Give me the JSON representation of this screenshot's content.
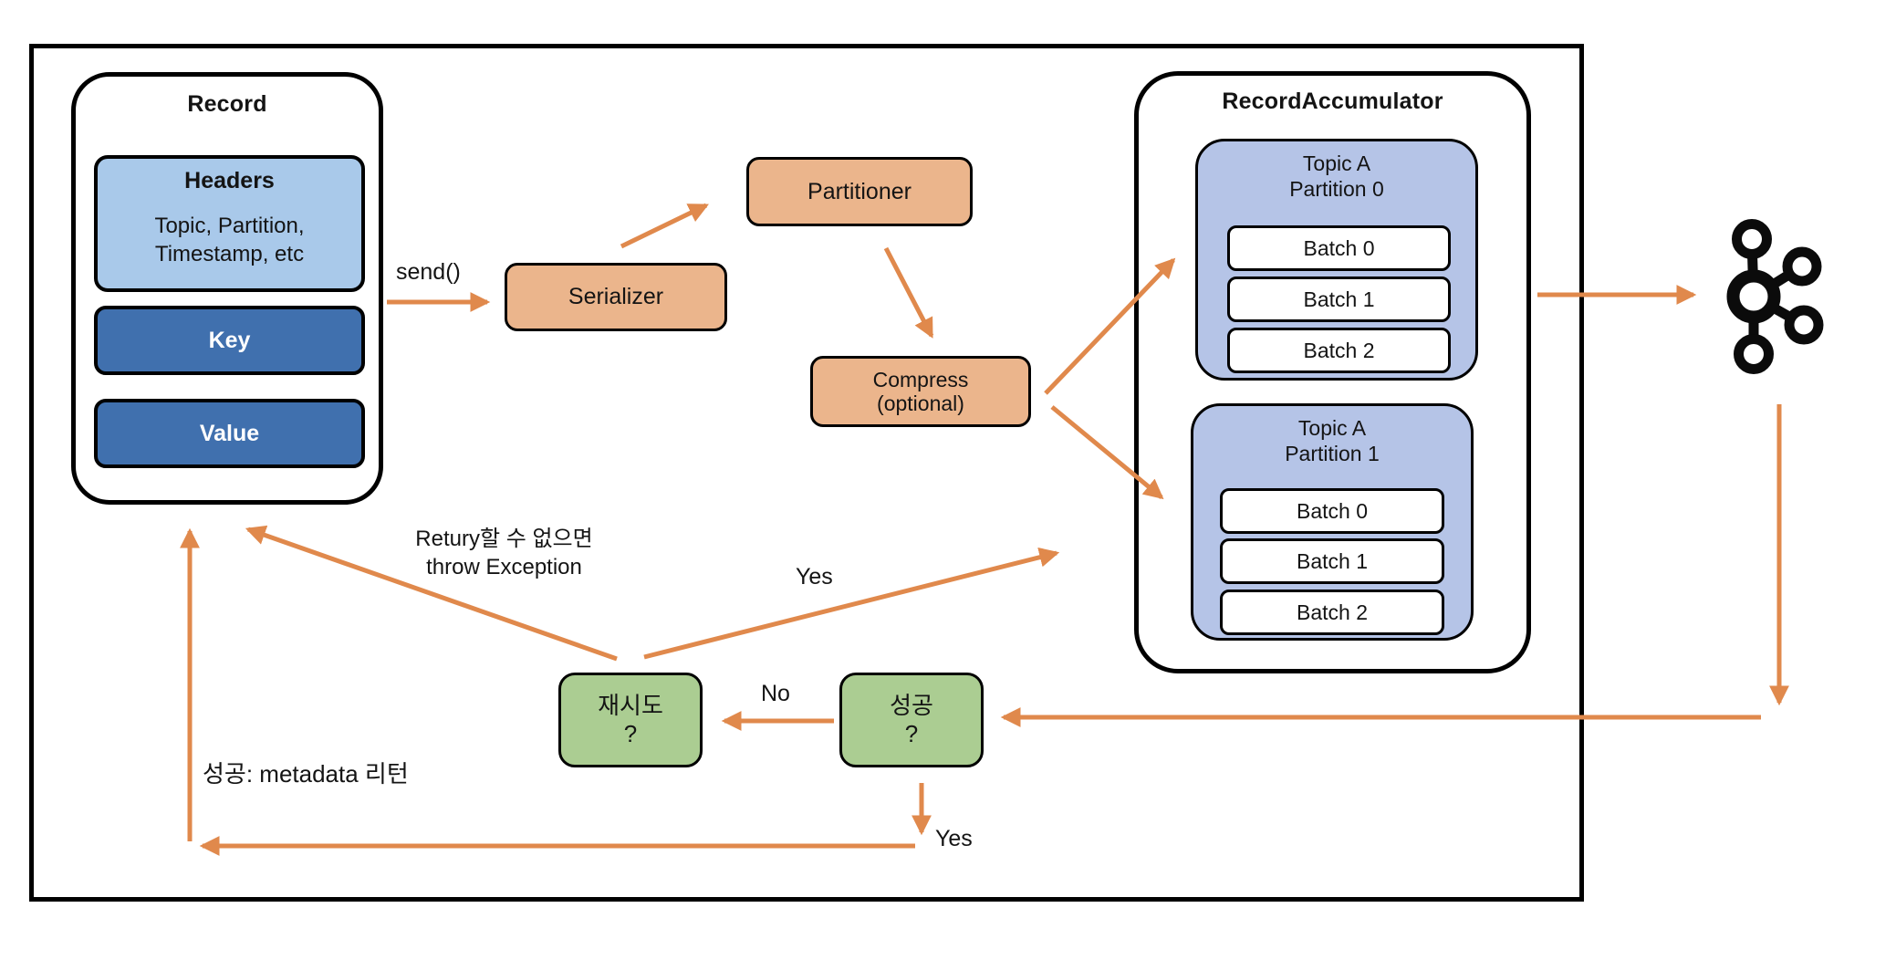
{
  "record": {
    "title": "Record",
    "headers_title": "Headers",
    "headers_line1": "Topic, Partition,",
    "headers_line2": "Timestamp, etc",
    "key_label": "Key",
    "value_label": "Value"
  },
  "flow": {
    "send_label": "send()",
    "serializer_label": "Serializer",
    "partitioner_label": "Partitioner",
    "compress_line1": "Compress",
    "compress_line2": "(optional)"
  },
  "accumulator": {
    "title": "RecordAccumulator",
    "partitions": [
      {
        "name_line1": "Topic A",
        "name_line2": "Partition 0",
        "batches": [
          "Batch 0",
          "Batch 1",
          "Batch 2"
        ]
      },
      {
        "name_line1": "Topic A",
        "name_line2": "Partition 1",
        "batches": [
          "Batch 0",
          "Batch 1",
          "Batch 2"
        ]
      }
    ]
  },
  "decisions": {
    "retry_line1": "재시도",
    "retry_line2": "?",
    "success_line1": "성공",
    "success_line2": "?"
  },
  "labels": {
    "yes_retry": "Yes",
    "no": "No",
    "yes_success": "Yes",
    "exception_line1": "Retury할 수 없으면",
    "exception_line2": "throw Exception",
    "metadata_return": "성공: metadata 리턴"
  },
  "icons": {
    "kafka": "kafka-logo"
  },
  "colors": {
    "arrow": "#E0894C",
    "process_box_fill": "#EBB58C",
    "headers_fill": "#A9C9EA",
    "key_value_fill": "#4070AE",
    "partition_fill": "#B5C4E7",
    "decision_fill": "#ABCD92",
    "batch_fill": "#FFFFFF",
    "outline": "#000000"
  }
}
